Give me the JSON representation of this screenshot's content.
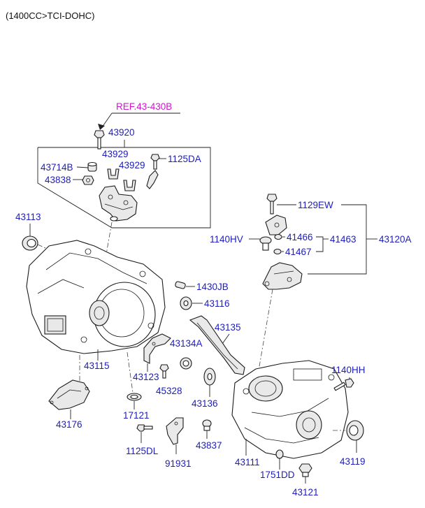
{
  "header": "(1400CC>TCI-DOHC)",
  "ref_label": "REF.43-430B",
  "parts": {
    "p43920": "43920",
    "p43929a": "43929",
    "p43929b": "43929",
    "p1125DA": "1125DA",
    "p43714B": "43714B",
    "p43838": "43838",
    "p43113": "43113",
    "p1129EW": "1129EW",
    "p1140HV": "1140HV",
    "p41466": "41466",
    "p41467": "41467",
    "p41463": "41463",
    "p43120A": "43120A",
    "p1430JB": "1430JB",
    "p43116": "43116",
    "p43135": "43135",
    "p43134A": "43134A",
    "p43115": "43115",
    "p43123": "43123",
    "p45328": "45328",
    "p1140HH": "1140HH",
    "p43136": "43136",
    "p43176": "43176",
    "p17121": "17121",
    "p1125DL": "1125DL",
    "p91931": "91931",
    "p43837": "43837",
    "p43111": "43111",
    "p1751DD": "1751DD",
    "p43121": "43121",
    "p43119": "43119"
  }
}
